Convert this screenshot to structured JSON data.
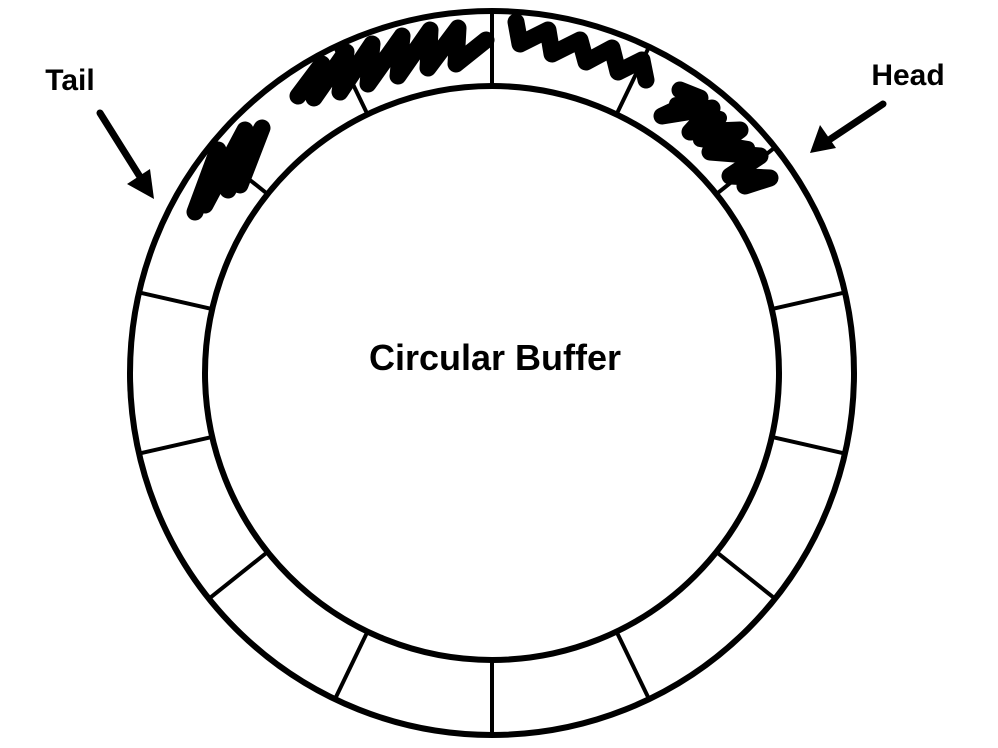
{
  "diagram": {
    "title": "Circular Buffer",
    "tail_label": "Tail",
    "head_label": "Head"
  },
  "buffer": {
    "slot_count": 14,
    "filled_slots": 5
  },
  "colors": {
    "ink": "#000000",
    "background": "#ffffff"
  }
}
